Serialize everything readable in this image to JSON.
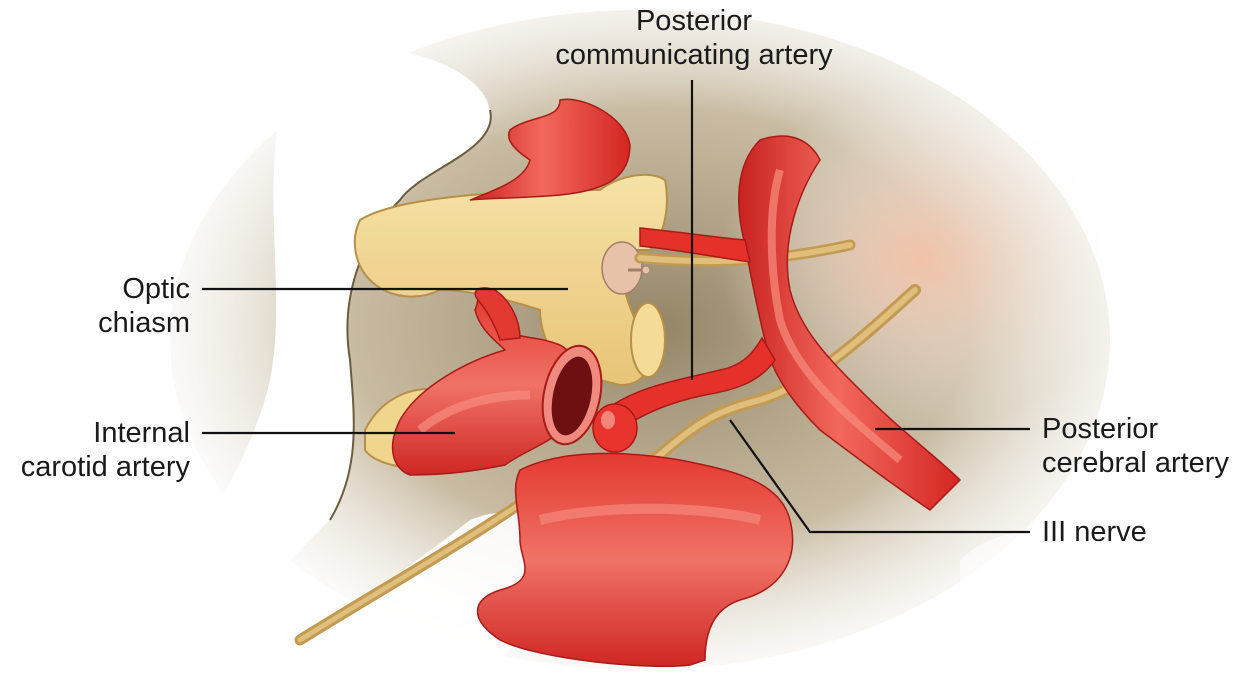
{
  "labels": {
    "pcom": {
      "line1": "Posterior",
      "line2": "communicating artery"
    },
    "optic": {
      "line1": "Optic",
      "line2": "chiasm"
    },
    "ica": {
      "line1": "Internal",
      "line2": "carotid artery"
    },
    "pca": {
      "line1": "Posterior",
      "line2": "cerebral artery"
    },
    "nerve3": {
      "line1": "III nerve"
    }
  },
  "colors": {
    "artery": "#e8302a",
    "artery_highlight": "#f47a6e",
    "artery_dark": "#b41e1c",
    "chiasm": "#f1d489",
    "chiasm_dark": "#cfa85a",
    "nerve": "#d6b06a",
    "brain_shadow": "#b9ab8f",
    "lumen": "#6e0f12"
  }
}
